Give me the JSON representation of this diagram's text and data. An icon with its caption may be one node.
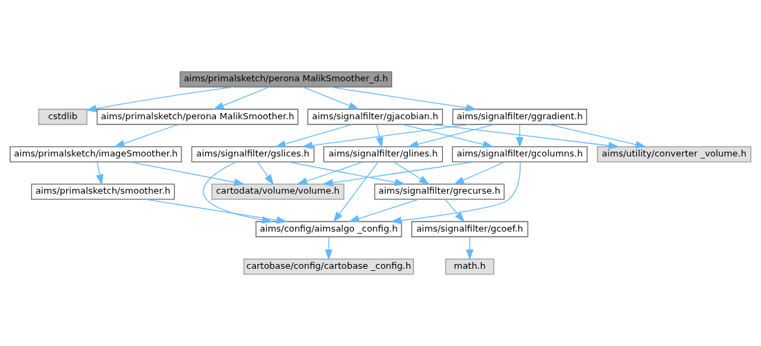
{
  "diagram": {
    "nodes": [
      {
        "text": [
          "aims/primalsketch/perona MalikSmoother_d.h"
        ]
      },
      {
        "text": [
          "cstdlib"
        ]
      },
      {
        "text": [
          "aims/primalsketch/perona MalikSmoother.h"
        ]
      },
      {
        "text": [
          "aims/signalfilter/gjacobian.h"
        ]
      },
      {
        "text": [
          "aims/signalfilter/ggradient.h"
        ]
      },
      {
        "text": [
          "aims/primalsketch/imageSmoother.h"
        ]
      },
      {
        "text": [
          "aims/signalfilter/gslices.h"
        ]
      },
      {
        "text": [
          "aims/signalfilter/glines.h"
        ]
      },
      {
        "text": [
          "aims/signalfilter/gcolumns.h"
        ]
      },
      {
        "text": [
          "aims/utility/converter _volume.h"
        ]
      },
      {
        "text": [
          "aims/primalsketch/smoother.h"
        ]
      },
      {
        "text": [
          "cartodata/volume/volume.h"
        ]
      },
      {
        "text": [
          "aims/signalfilter/grecurse.h"
        ]
      },
      {
        "text": [
          "aims/config/aimsalgo _config.h"
        ]
      },
      {
        "text": [
          "aims/signalfilter/gcoef.h"
        ]
      },
      {
        "text": [
          "cartobase/config/cartobase _config.h"
        ]
      },
      {
        "text": [
          "math.h"
        ]
      }
    ],
    "edges": [
      {
        "from": 0,
        "to": 1,
        "arrow": "to"
      },
      {
        "from": 0,
        "to": 2,
        "arrow": "to"
      },
      {
        "from": 0,
        "to": 3,
        "arrow": "to"
      },
      {
        "from": 0,
        "to": 4,
        "arrow": "to"
      },
      {
        "from": 2,
        "to": 5,
        "arrow": "to"
      },
      {
        "from": 3,
        "to": 6,
        "arrow": "to"
      },
      {
        "from": 3,
        "to": 7,
        "arrow": "to"
      },
      {
        "from": 3,
        "to": 8,
        "arrow": "to"
      },
      {
        "from": 3,
        "to": 9,
        "arrow": "to"
      },
      {
        "from": 4,
        "to": 6,
        "arrow": "to"
      },
      {
        "from": 4,
        "to": 7,
        "arrow": "to"
      },
      {
        "from": 4,
        "to": 8,
        "arrow": "to"
      },
      {
        "from": 4,
        "to": 9,
        "arrow": "to"
      },
      {
        "from": 5,
        "to": 10,
        "arrow": "to"
      },
      {
        "from": 5,
        "to": 11,
        "arrow": "to"
      },
      {
        "from": 6,
        "to": 11,
        "arrow": "to"
      },
      {
        "from": 6,
        "to": 12,
        "arrow": "to"
      },
      {
        "from": 6,
        "to": 13,
        "arrow": "to"
      },
      {
        "from": 7,
        "to": 11,
        "arrow": "to"
      },
      {
        "from": 7,
        "to": 12,
        "arrow": "to"
      },
      {
        "from": 7,
        "to": 13,
        "arrow": "to"
      },
      {
        "from": 8,
        "to": 11,
        "arrow": "to"
      },
      {
        "from": 8,
        "to": 12,
        "arrow": "to"
      },
      {
        "from": 8,
        "to": 13,
        "arrow": "to"
      },
      {
        "from": 10,
        "to": 13,
        "arrow": "to"
      },
      {
        "from": 12,
        "to": 13,
        "arrow": "to"
      },
      {
        "from": 12,
        "to": 14,
        "arrow": "to"
      },
      {
        "from": 13,
        "to": 15,
        "arrow": "to"
      },
      {
        "from": 14,
        "to": 16,
        "arrow": "to"
      }
    ]
  }
}
